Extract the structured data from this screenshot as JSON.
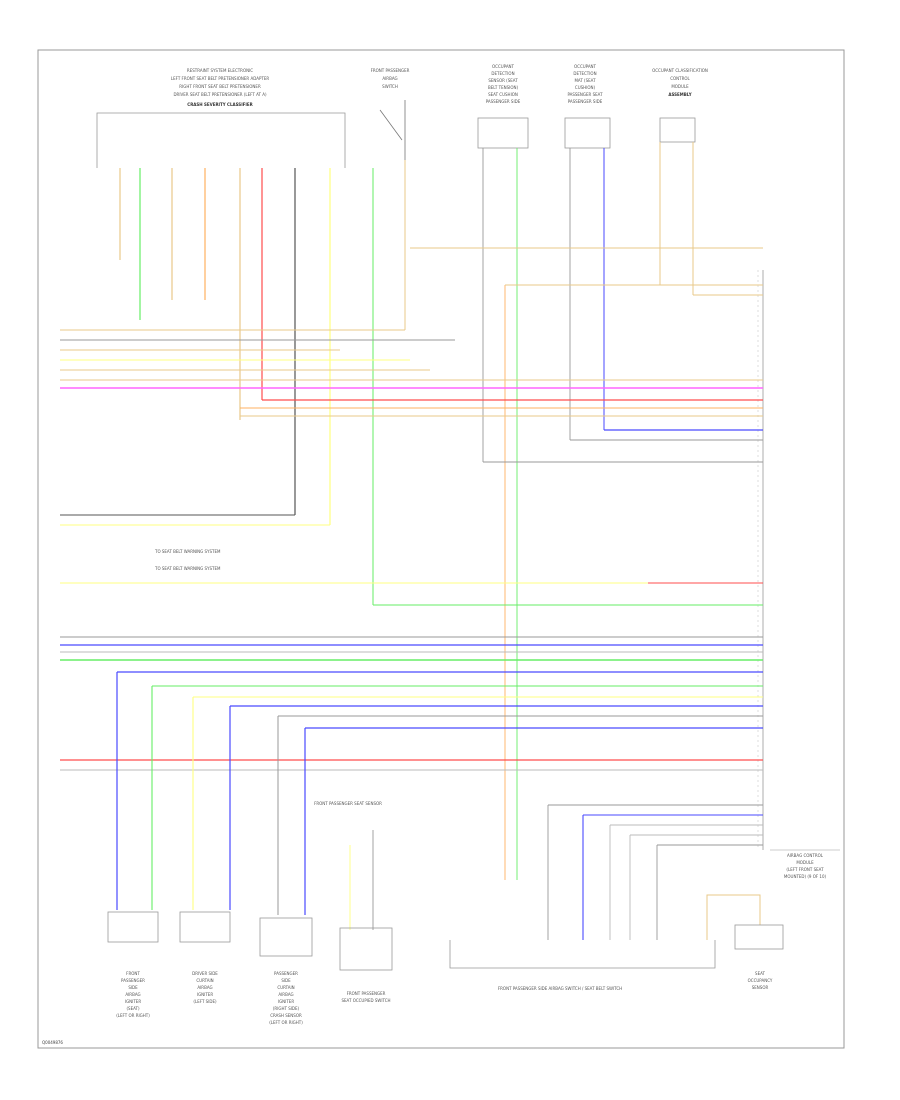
{
  "page": {
    "id_code": "Q0049876"
  },
  "module_left": {
    "line1": "RESTRAINT SYSTEM ELECTRONIC",
    "line2": "LEFT FRONT SEAT BELT PRETENSIONER ADAPTER",
    "line3": "RIGHT FRONT SEAT BELT PRETENSIONER",
    "line4": "DRIVER SEAT BELT PRETENSIONER (LEFT AT A)",
    "line5": "CRASH SEVERITY CLASSIFIER"
  },
  "switch_top": {
    "line1": "FRONT PASSENGER",
    "line2": "AIRBAG",
    "line3": "SWITCH"
  },
  "module_top_mid": {
    "line1": "OCCUPANT",
    "line2": "DETECTION",
    "line3": "SENSOR (SEAT",
    "line4": "BELT TENSION)",
    "line5": "SEAT CUSHION",
    "line6": "PASSENGER SIDE"
  },
  "module_top_right1": {
    "line1": "OCCUPANT",
    "line2": "DETECTION",
    "line3": "MAT (SEAT",
    "line4": "CUSHION)",
    "line5": "PASSENGER SEAT",
    "line6": "PASSENGER SIDE"
  },
  "module_top_right2": {
    "line1": "OCCUPANT CLASSIFICATION",
    "line2": "CONTROL",
    "line3": "MODULE",
    "line4": "ASSEMBLY"
  },
  "right_block": {
    "line1": "AIRBAG CONTROL",
    "line2": "MODULE",
    "line3": "(LEFT FRONT SEAT",
    "line4": "MOUNTED) (9 OF 10)"
  },
  "bottom_components": {
    "c1": [
      "FRONT",
      "PASSENGER",
      "SIDE",
      "AIRBAG",
      "IGNITER",
      "(SEAT)",
      "(LEFT OR RIGHT)"
    ],
    "c2": [
      "DRIVER SIDE",
      "CURTAIN",
      "AIRBAG",
      "IGNITER",
      "(LEFT SIDE)"
    ],
    "c3": [
      "PASSENGER",
      "SIDE",
      "CURTAIN",
      "AIRBAG",
      "IGNITER",
      "(RIGHT SIDE)",
      "CRASH SENSOR",
      "(LEFT OR RIGHT)"
    ],
    "c4": [
      "FRONT PASSENGER",
      "SEAT OCCUPIED SWITCH"
    ],
    "c5": [
      "FRONT PASSENGER SIDE AIRBAG SWITCH / SEAT BELT SWITCH"
    ],
    "c6": [
      "SEAT",
      "OCCUPANCY",
      "SENSOR"
    ]
  },
  "mid_labels": {
    "note1": "TO SEAT BELT WARNING SYSTEM",
    "note2": "TO SEAT BELT WARNING SYSTEM",
    "pax_top": "FRONT PASSENGER SEAT SENSOR"
  },
  "colors": {
    "red": "#ff4d4d",
    "pink": "#ff66ff",
    "yellow": "#ffff80",
    "tan": "#e8c98a",
    "green": "#66ee66",
    "blue": "#4a4aff",
    "gray": "#999999",
    "black": "#555555",
    "orange": "#ffb060",
    "lightblue": "#9fd0ff"
  }
}
